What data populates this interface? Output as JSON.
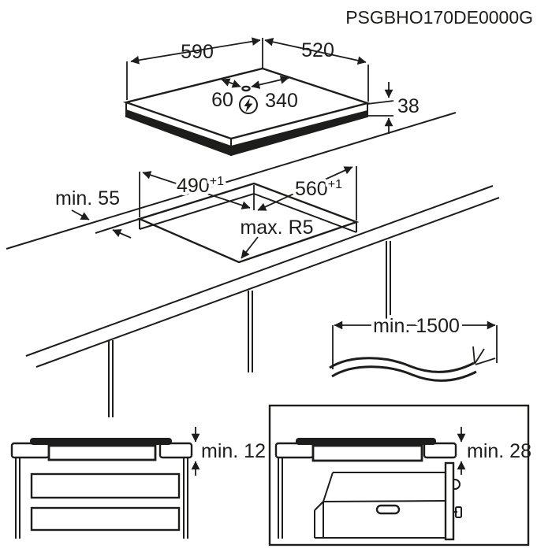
{
  "title": "PSGBHO170DE0000G",
  "colors": {
    "line": "#1d1d1b",
    "background": "#ffffff"
  },
  "hob_top_view": {
    "width_label": "590",
    "depth_label": "520",
    "height_label": "38",
    "cable_left_label": "60",
    "cable_right_label": "340",
    "power_icon": "lightning-bolt-circle"
  },
  "cutout_view": {
    "rear_clearance_label": "min. 55",
    "depth_value": "490",
    "depth_tolerance": "+1",
    "width_value": "560",
    "width_tolerance": "+1",
    "corner_radius_label": "max. R5"
  },
  "cable_view": {
    "length_label": "min. 1500"
  },
  "drawer_install_view": {
    "clearance_label": "min. 12"
  },
  "oven_install_view": {
    "clearance_label": "min. 28"
  }
}
